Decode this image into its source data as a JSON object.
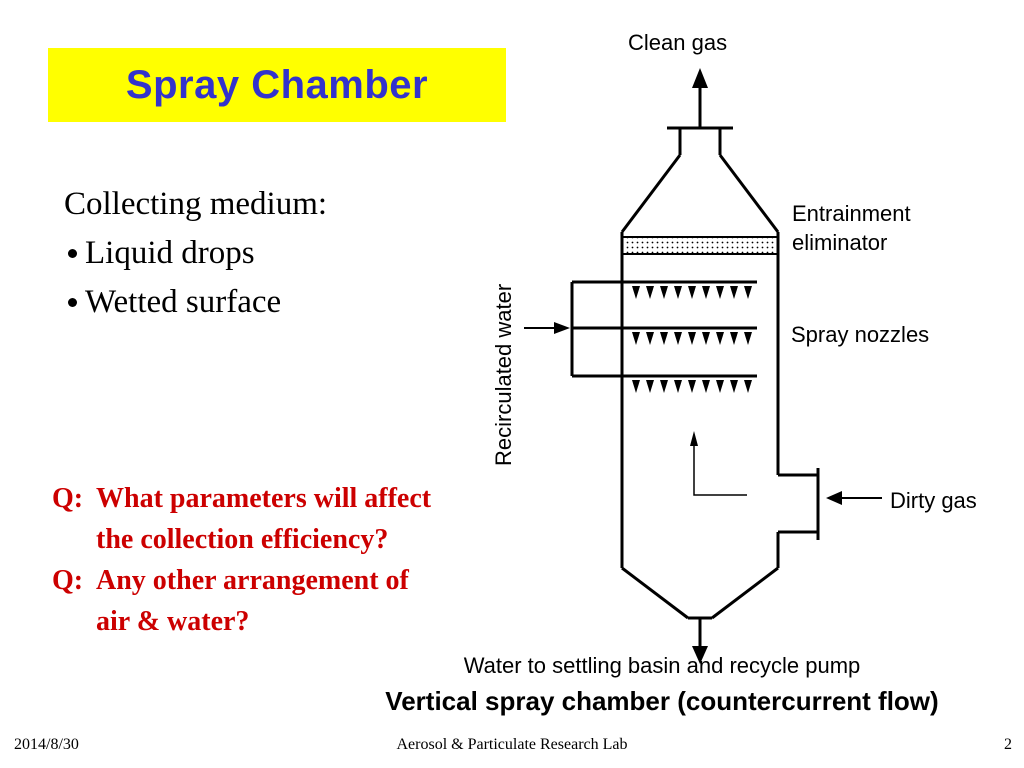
{
  "slide": {
    "title": "Spray Chamber",
    "medium": {
      "heading": "Collecting medium:",
      "items": [
        "Liquid drops",
        "Wetted surface"
      ]
    },
    "questions": [
      {
        "label": "Q:",
        "lines": [
          "What parameters will affect",
          "the collection efficiency?"
        ]
      },
      {
        "label": "Q:",
        "lines": [
          "Any other arrangement of",
          "air & water?"
        ]
      }
    ],
    "diagram": {
      "labels": {
        "clean_gas": "Clean gas",
        "entrainment": "Entrainment",
        "eliminator": "eliminator",
        "spray_nozzles": "Spray nozzles",
        "dirty_gas": "Dirty gas",
        "recirculated_water": "Recirculated water",
        "water_out": "Water to settling basin and recycle pump"
      },
      "caption": "Vertical spray chamber (countercurrent flow)"
    },
    "footer": {
      "date": "2014/8/30",
      "lab": "Aerosol & Particulate Research Lab",
      "page": "2"
    },
    "colors": {
      "title_bg": "#ffff00",
      "title_text": "#3333cc",
      "question_text": "#cc0000"
    }
  }
}
